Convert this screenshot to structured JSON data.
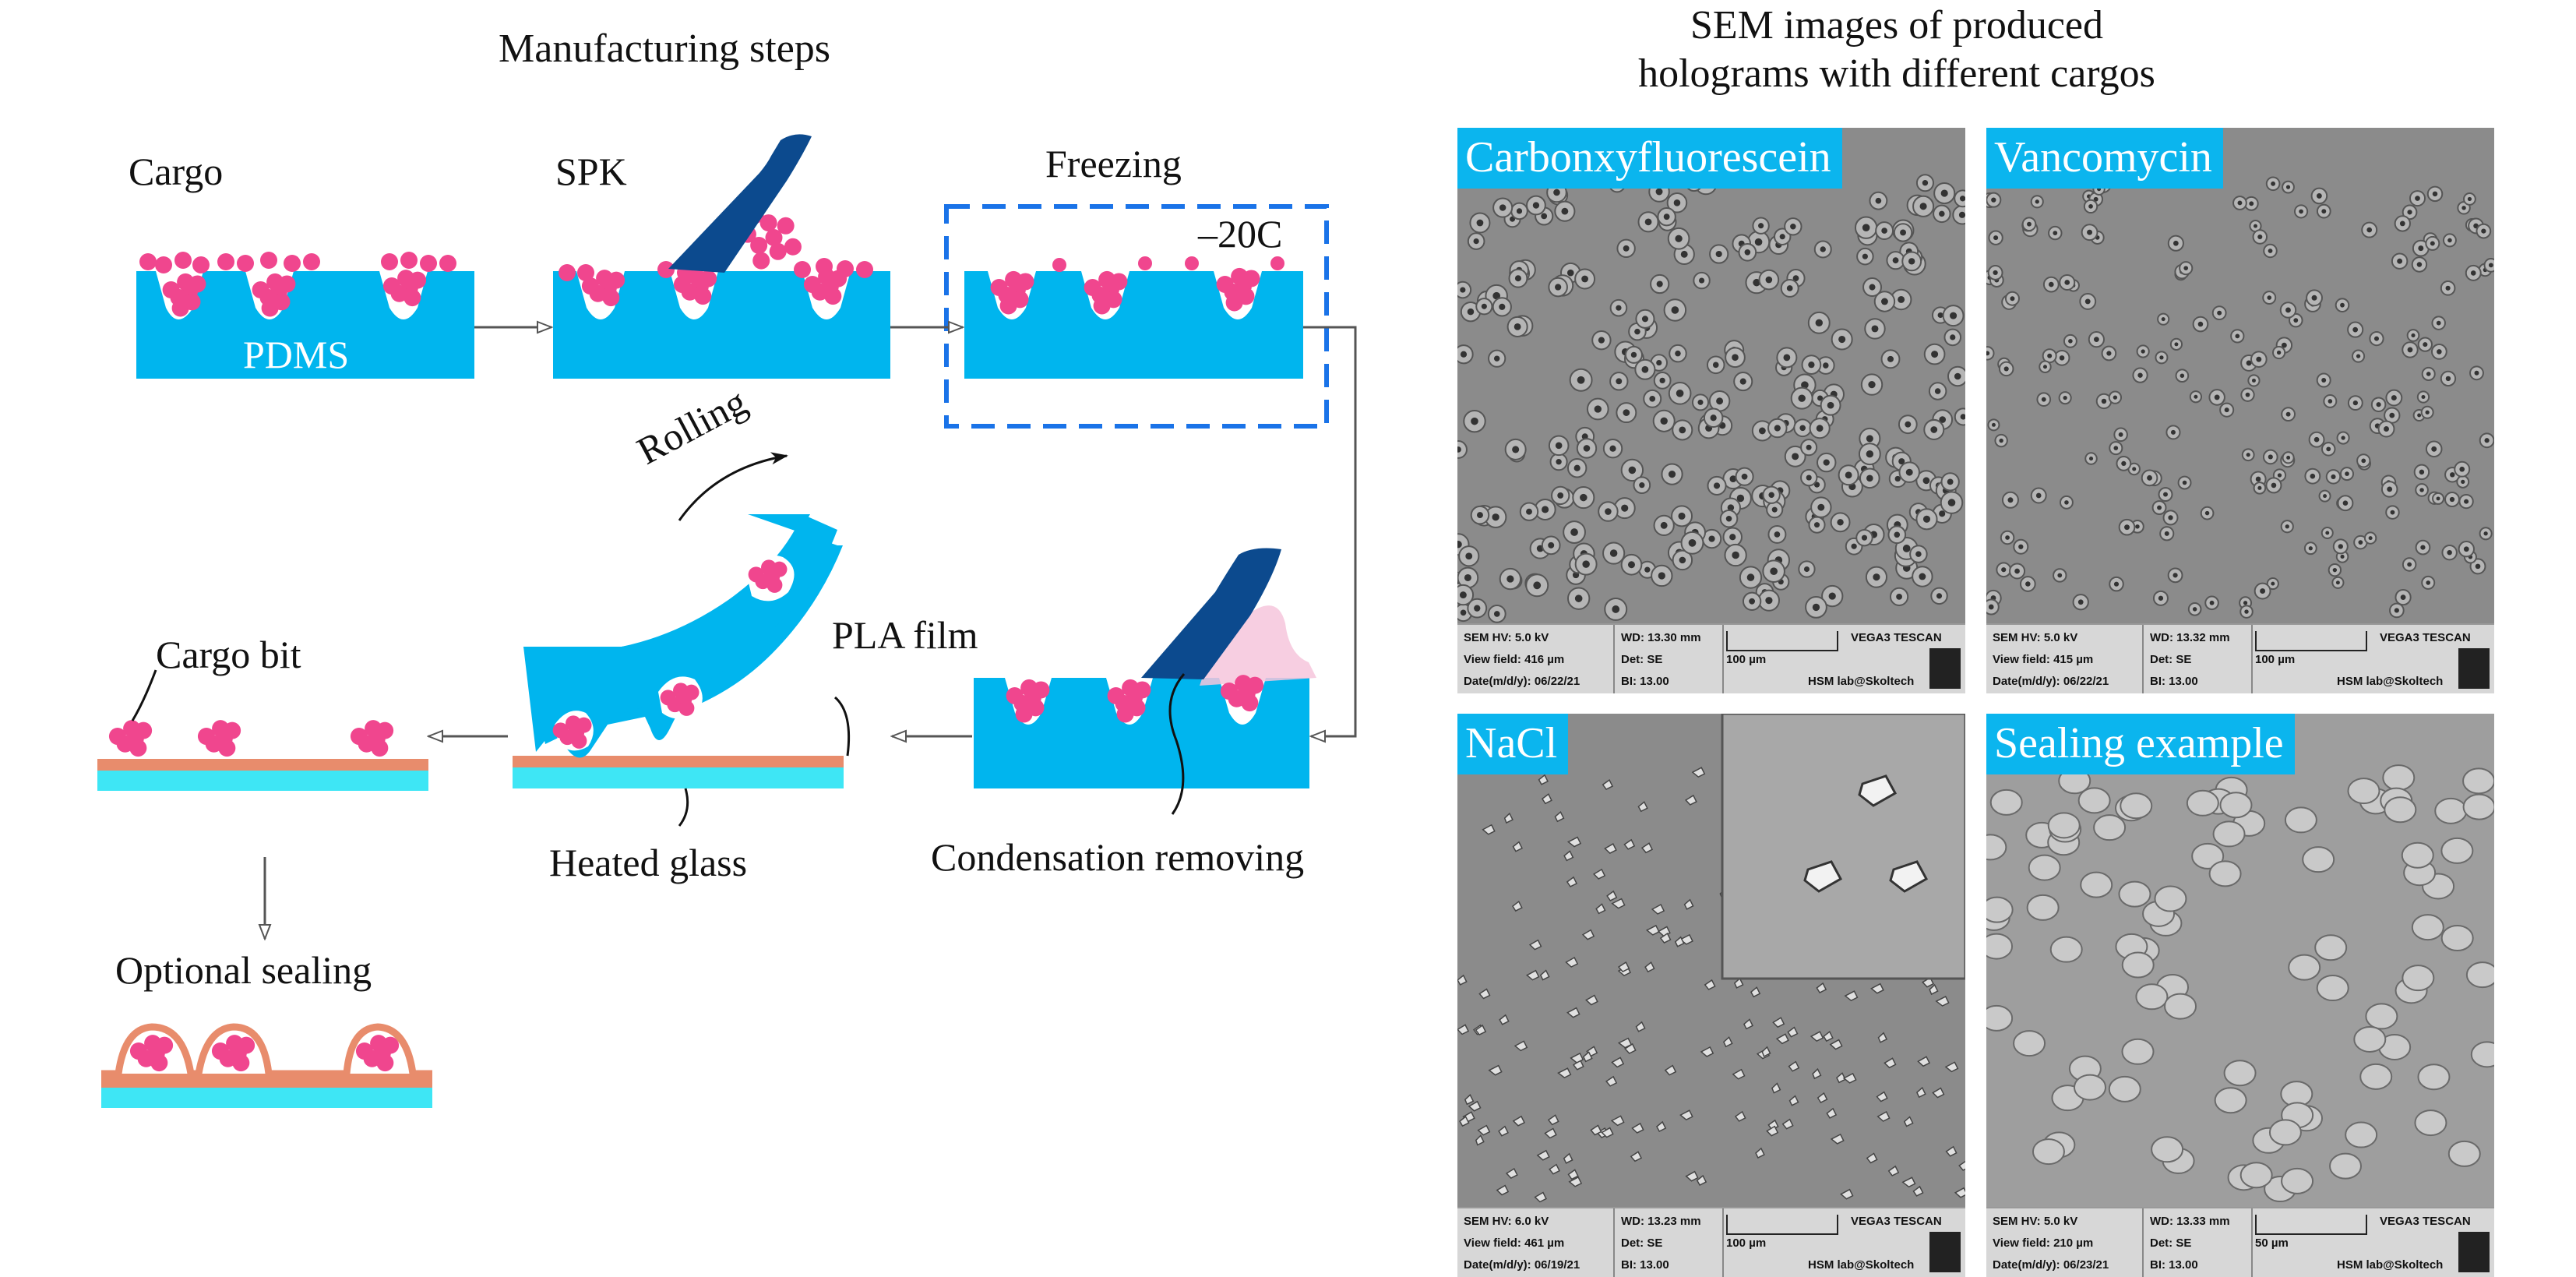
{
  "left_panel": {
    "title": "Manufacturing steps",
    "labels": {
      "cargo": "Cargo",
      "pdms": "PDMS",
      "spk": "SPK",
      "freezing": "Freezing",
      "temperature": "–20C",
      "rolling": "Rolling",
      "pla_film": "PLA film",
      "cargo_bit": "Cargo bit",
      "heated_glass": "Heated glass",
      "condensation": "Condensation removing",
      "optional_sealing": "Optional sealing"
    }
  },
  "right_panel": {
    "title_line1": "SEM images of produced",
    "title_line2": "holograms with different cargos",
    "images": [
      {
        "label": "Carbonxyfluorescein",
        "hv": "SEM HV: 5.0 kV",
        "wd": "WD: 13.30 mm",
        "field": "View field: 416 µm",
        "det": "Det: SE",
        "date": "Date(m/d/y): 06/22/21",
        "bi": "BI: 13.00",
        "scale": "100 µm",
        "brand": "VEGA3 TESCAN",
        "lab": "HSM lab@Skoltech"
      },
      {
        "label": "Vancomycin",
        "hv": "SEM HV: 5.0 kV",
        "wd": "WD: 13.32 mm",
        "field": "View field: 415 µm",
        "det": "Det: SE",
        "date": "Date(m/d/y): 06/22/21",
        "bi": "BI: 13.00",
        "scale": "100 µm",
        "brand": "VEGA3 TESCAN",
        "lab": "HSM lab@Skoltech"
      },
      {
        "label": "NaCl",
        "hv": "SEM HV: 6.0 kV",
        "wd": "WD: 13.23 mm",
        "field": "View field: 461 µm",
        "det": "Det: SE",
        "date": "Date(m/d/y): 06/19/21",
        "bi": "BI: 13.00",
        "scale": "100 µm",
        "brand": "VEGA3 TESCAN",
        "lab": "HSM lab@Skoltech"
      },
      {
        "label": "Sealing example",
        "hv": "SEM HV: 5.0 kV",
        "wd": "WD: 13.33 mm",
        "field": "View field: 210 µm",
        "det": "Det: SE",
        "date": "Date(m/d/y): 06/23/21",
        "bi": "BI: 13.00",
        "scale": "50 µm",
        "brand": "VEGA3 TESCAN",
        "lab": "HSM lab@Skoltech"
      }
    ]
  },
  "colors": {
    "pdms": "#00b5ee",
    "cargo": "#f0468e",
    "spk": "#0c4a8e",
    "frame": "#1a73e8",
    "pla": "#e88c6c",
    "glass": "#3ee6f5",
    "label_bg": "#0bb5ee"
  }
}
